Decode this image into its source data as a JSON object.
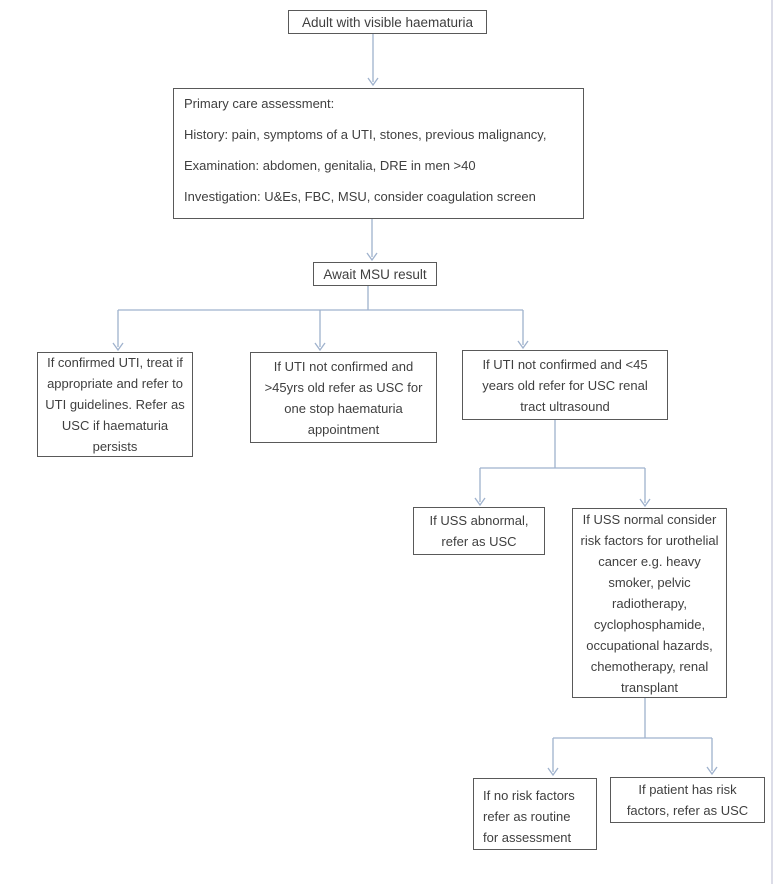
{
  "colors": {
    "box_border": "#595959",
    "text": "#3f3f3f",
    "connector": "#9fb2cd",
    "page_edge": "#dcdde8"
  },
  "nodes": {
    "start": {
      "label": "Adult with visible haematuria"
    },
    "assessment": {
      "lines": [
        "Primary care assessment:",
        "History: pain, symptoms of a UTI, stones, previous malignancy,",
        "Examination: abdomen, genitalia, DRE in men >40",
        "Investigation: U&Es, FBC, MSU, consider coagulation screen"
      ]
    },
    "await_msu": {
      "label": "Await MSU result"
    },
    "confirmed_uti": {
      "label": "If confirmed UTI, treat if appropriate and refer to UTI guidelines. Refer as USC if haematuria persists"
    },
    "uti_not_confirmed_over_45": {
      "label": "If UTI not confirmed and >45yrs old refer as USC for one stop haematuria appointment"
    },
    "uti_not_confirmed_under_45": {
      "label": "If UTI not confirmed and <45 years old refer for USC renal tract ultrasound"
    },
    "uss_abnormal": {
      "label": "If USS abnormal, refer as USC"
    },
    "uss_normal": {
      "label": "If USS normal consider risk factors for urothelial cancer e.g. heavy smoker, pelvic radiotherapy, cyclophosphamide, occupational hazards, chemotherapy, renal transplant"
    },
    "no_risk_factors": {
      "label": "If no risk factors refer as routine for assessment"
    },
    "has_risk_factors": {
      "label": "If patient has risk factors, refer as USC"
    }
  }
}
